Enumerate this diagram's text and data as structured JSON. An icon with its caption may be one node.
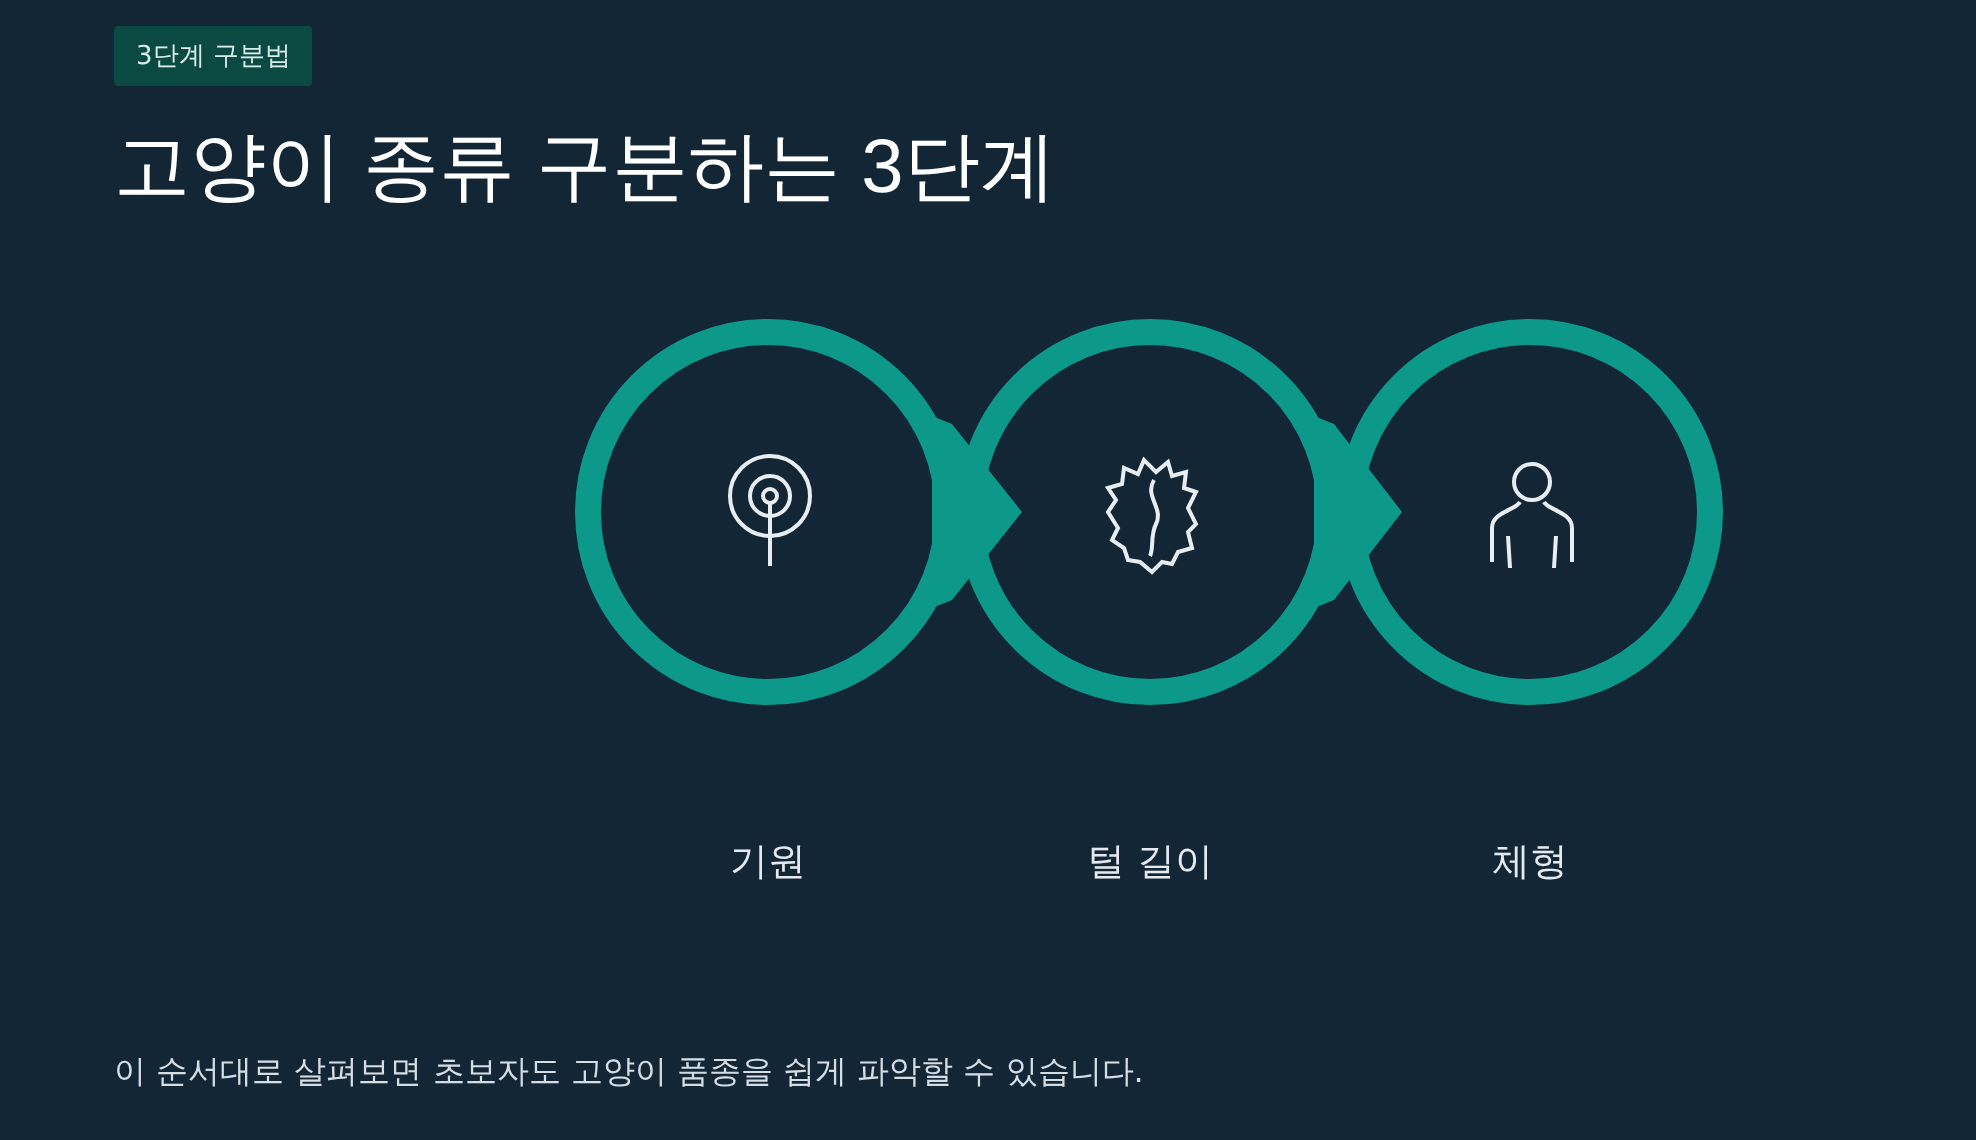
{
  "diagram": {
    "title": "고양이 종류 구분하는 3단계",
    "caption": "이 순서대로 살펴보면 초보자도 고양이 품종을 쉽게 파악할 수 있습니다.",
    "nodes": [
      {
        "text": [
          "기원"
        ]
      },
      {
        "text": [
          "털 길이"
        ]
      },
      {
        "text": [
          "체형"
        ]
      }
    ],
    "edges": [
      {
        "from": 0,
        "to": 1,
        "arrow": "to"
      },
      {
        "from": 1,
        "to": 2,
        "arrow": "to"
      }
    ],
    "labels": [
      "3단계 구분법"
    ]
  }
}
